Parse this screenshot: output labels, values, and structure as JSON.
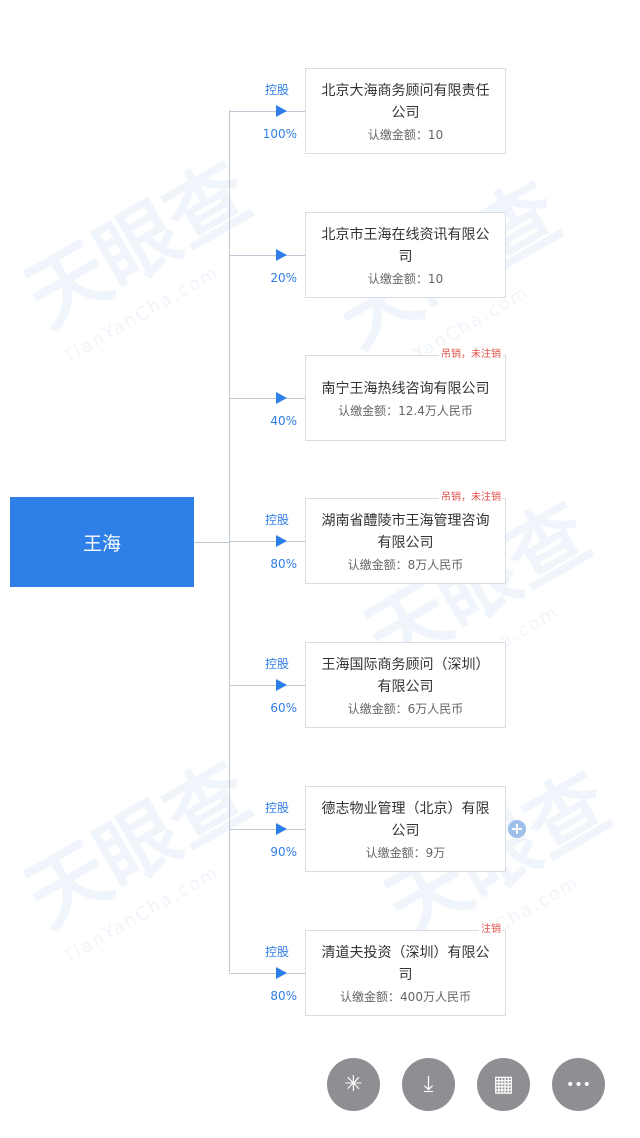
{
  "root": {
    "name": "王海"
  },
  "companies": [
    {
      "name": "北京大海商务顾问有限责任公司",
      "amount": "认缴金额：10",
      "percent": "100%",
      "control": "控股",
      "status": ""
    },
    {
      "name": "北京市王海在线资讯有限公司",
      "amount": "认缴金额：10",
      "percent": "20%",
      "control": "",
      "status": ""
    },
    {
      "name": "南宁王海热线咨询有限公司",
      "amount": "认缴金额：12.4万人民币",
      "percent": "40%",
      "control": "",
      "status": "吊销，未注销"
    },
    {
      "name": "湖南省醴陵市王海管理咨询有限公司",
      "amount": "认缴金额：8万人民币",
      "percent": "80%",
      "control": "控股",
      "status": "吊销，未注销"
    },
    {
      "name": "王海国际商务顾问（深圳）有限公司",
      "amount": "认缴金额：6万人民币",
      "percent": "60%",
      "control": "控股",
      "status": ""
    },
    {
      "name": "德志物业管理（北京）有限公司",
      "amount": "认缴金额：9万",
      "percent": "90%",
      "control": "控股",
      "status": ""
    },
    {
      "name": "清道夫投资（深圳）有限公司",
      "amount": "认缴金额：400万人民币",
      "percent": "80%",
      "control": "控股",
      "status": "注销"
    }
  ],
  "expand_symbol": "+",
  "toolbar": [
    {
      "icon": "share-icon",
      "glyph": "✳"
    },
    {
      "icon": "download-icon",
      "glyph": "⤓"
    },
    {
      "icon": "grid-icon",
      "glyph": "▦"
    },
    {
      "icon": "more-icon",
      "glyph": "•••"
    }
  ],
  "watermark": {
    "text": "天眼查",
    "sub": "TianYanCha.com"
  },
  "colors": {
    "primary": "#2f7fe8",
    "status": "#e0504a",
    "line": "#bfc7d2"
  }
}
